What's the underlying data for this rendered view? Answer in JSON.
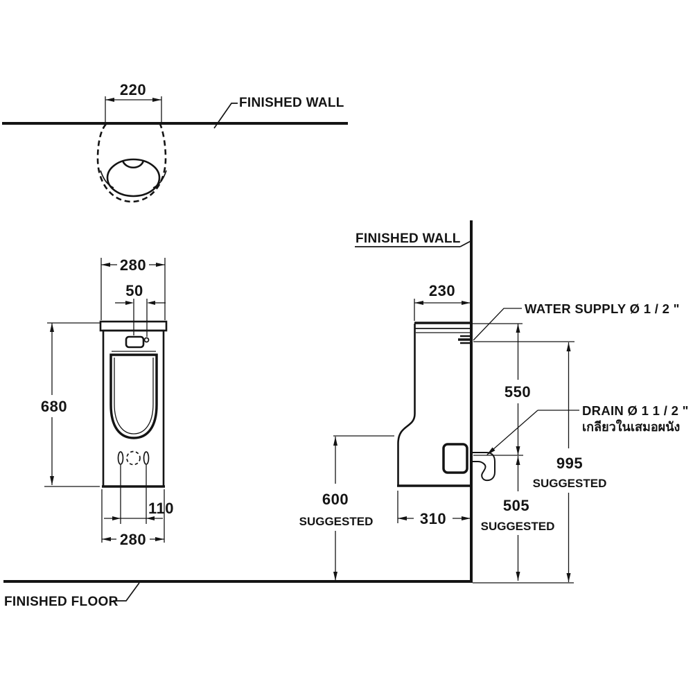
{
  "drawing": {
    "top_view": {
      "wall_label": "FINISHED WALL",
      "dim_spread_width": "220"
    },
    "front_view": {
      "dim_width_top": "280",
      "dim_sensor_offset": "50",
      "dim_height": "680",
      "dim_hole_spacing": "110",
      "dim_width_bottom": "280"
    },
    "side_view": {
      "wall_label": "FINISHED WALL",
      "floor_label": "FINISHED FLOOR",
      "water_supply_label": "WATER SUPPLY Ø 1 / 2 \"",
      "drain_label": "DRAIN Ø 1 1 / 2 \"",
      "drain_note_thai": "เกลียวในเสมอผนัง",
      "dim_depth_top": "230",
      "dim_top_to_drain": "550",
      "dim_depth_bottom": "310",
      "dim_drain_height": "505",
      "dim_drain_height_note": "SUGGESTED",
      "dim_supply_height": "995",
      "dim_supply_height_note": "SUGGESTED",
      "dim_front_clearance": "600",
      "dim_front_clearance_note": "SUGGESTED"
    }
  }
}
